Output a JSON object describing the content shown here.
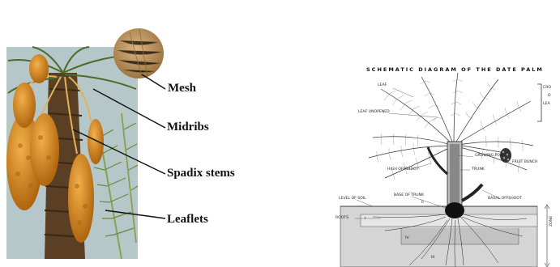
{
  "photo_callouts": {
    "mesh": "Mesh",
    "midribs": "Midribs",
    "spadix_stems": "Spadix stems",
    "leaflets": "Leaflets"
  },
  "schematic": {
    "title": "SCHEMATIC DIAGRAM OF THE DATE PALM",
    "labels": {
      "leaf": "LEAF",
      "leaf_unopened": "LEAF UNOPENED",
      "crown_fragment": "CRO",
      "crown_fragment_2": "O",
      "leaves_fragment": "LEA",
      "growing_point": "GROWING POINT",
      "fruit_bunch": "FRUIT BUNCH",
      "high_offshoot": "HIGH OFFSHOOT",
      "trunk": "TRUNK",
      "level_of_soil": "LEVEL OF SOIL",
      "base_of_trunk": "BASE OF TRUNK",
      "basal_offshoot": "BASAL OFFSHOOT",
      "roots": "ROOTS",
      "zone_1": "I",
      "zone_2": "II",
      "zone_3": "III",
      "zone_4": "IV",
      "depth_label": "ZONE"
    }
  },
  "colors": {
    "date_fruit": "#d98a1c",
    "date_fruit_dark": "#b0650e",
    "frond_green": "#6b8a3a",
    "trunk_brown": "#6b4a2b",
    "sky": "#c9dbe8",
    "mesh_wood": "#c8a06a"
  }
}
